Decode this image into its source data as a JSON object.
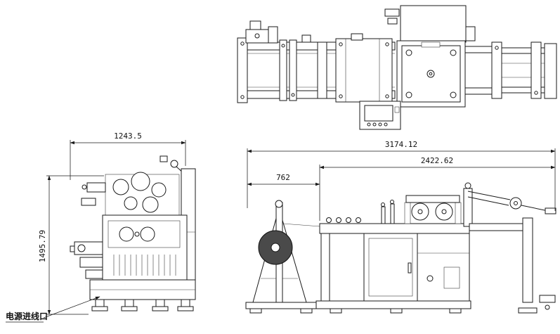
{
  "colors": {
    "background": "#ffffff",
    "line": "#1a1a1a",
    "roll_fill": "#4a4a4a"
  },
  "dimensions": {
    "side_view_width": "1243.5",
    "side_view_height": "1495.79",
    "front_view_overall_length": "3174.12",
    "front_view_body_length": "2422.62",
    "front_view_uncoiler_length": "762"
  },
  "annotations": {
    "power_inlet_label": "电源进线口"
  }
}
